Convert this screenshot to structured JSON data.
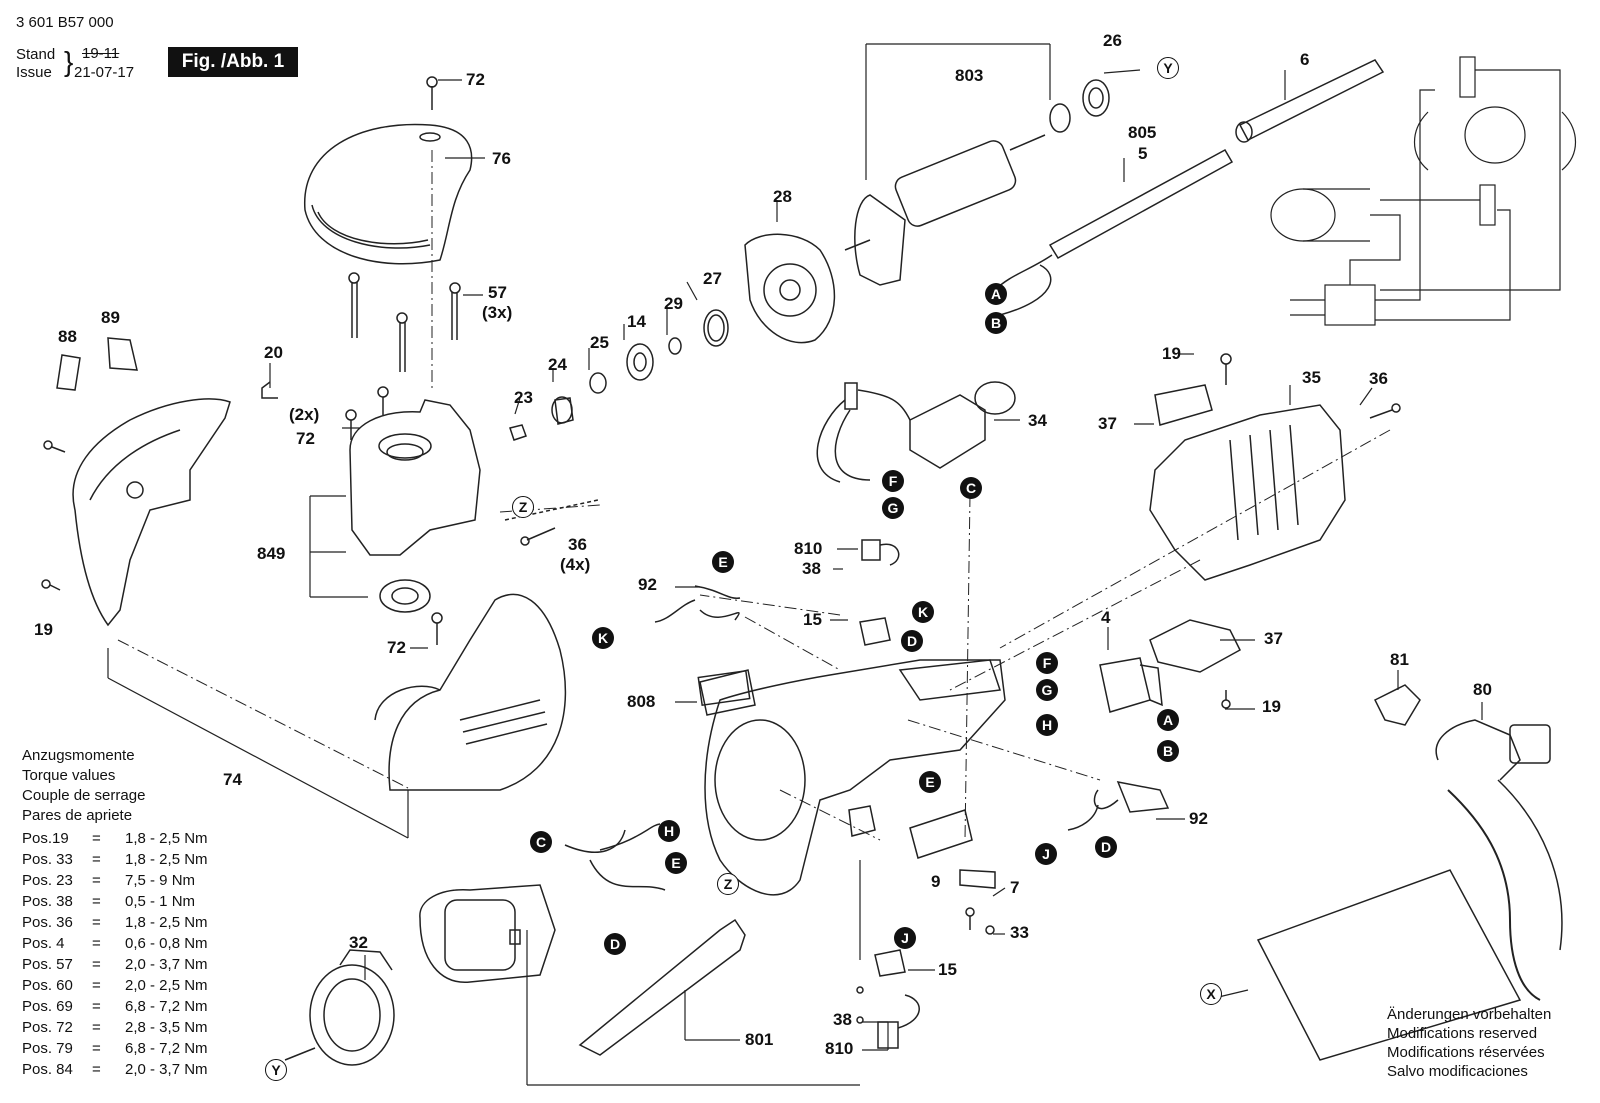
{
  "header": {
    "part_number": "3 601 B57 000",
    "stand_label": "Stand",
    "issue_label": "Issue",
    "old_date": "19-11",
    "date": "21-07-17",
    "figure": "Fig. /Abb. 1"
  },
  "callouts": {
    "n72a": "72",
    "n76": "76",
    "n57": "57",
    "n3x": "(3x)",
    "n88": "88",
    "n89": "89",
    "n20": "20",
    "n2x": "(2x)",
    "n72b": "72",
    "n849": "849",
    "n19a": "19",
    "n36a": "36",
    "n4x": "(4x)",
    "n72c": "72",
    "n74": "74",
    "n23": "23",
    "n24": "24",
    "n25": "25",
    "n14": "14",
    "n29": "29",
    "n27": "27",
    "n28": "28",
    "n803": "803",
    "n26": "26",
    "n805": "805",
    "n5": "5",
    "n6": "6",
    "n34": "34",
    "n19b": "19",
    "n37a": "37",
    "n35": "35",
    "n36b": "36",
    "n810a": "810",
    "n38a": "38",
    "n92a": "92",
    "n15a": "15",
    "n808": "808",
    "n4": "4",
    "n37b": "37",
    "n19c": "19",
    "n81": "81",
    "n80": "80",
    "n92b": "92",
    "n9": "9",
    "n7": "7",
    "n33": "33",
    "n32": "32",
    "n801": "801",
    "n15b": "15",
    "n38b": "38",
    "n810b": "810"
  },
  "markers": {
    "A1": "A",
    "B1": "B",
    "C1": "C",
    "F1": "F",
    "G1": "G",
    "E1": "E",
    "K1": "K",
    "K2": "K",
    "D1": "D",
    "F2": "F",
    "G2": "G",
    "H1": "H",
    "A2": "A",
    "B2": "B",
    "E2": "E",
    "H2": "H",
    "C2": "C",
    "E3": "E",
    "D2": "D",
    "J1": "J",
    "D3": "D",
    "J2": "J"
  },
  "refs": {
    "Y1": "Y",
    "Y2": "Y",
    "Z1": "Z",
    "Z2": "Z",
    "X1": "X"
  },
  "torque": {
    "titles": [
      "Anzugsmomente",
      "Torque values",
      "Couple de serrage",
      "Pares de apriete"
    ],
    "rows": [
      {
        "pos": "Pos.19",
        "eq": "=",
        "val": "1,8 - 2,5 Nm"
      },
      {
        "pos": "Pos. 33",
        "eq": "=",
        "val": "1,8 - 2,5 Nm"
      },
      {
        "pos": "Pos. 23",
        "eq": "=",
        "val": "7,5 - 9 Nm"
      },
      {
        "pos": "Pos. 38",
        "eq": "=",
        "val": "0,5 - 1 Nm"
      },
      {
        "pos": "Pos. 36",
        "eq": "=",
        "val": "1,8 - 2,5 Nm"
      },
      {
        "pos": "Pos. 4",
        "eq": "=",
        "val": "0,6 - 0,8 Nm"
      },
      {
        "pos": "Pos. 57",
        "eq": "=",
        "val": "2,0 - 3,7 Nm"
      },
      {
        "pos": "Pos. 60",
        "eq": "=",
        "val": "2,0 - 2,5 Nm"
      },
      {
        "pos": "Pos. 69",
        "eq": "=",
        "val": "6,8 - 7,2 Nm"
      },
      {
        "pos": "Pos. 72",
        "eq": "=",
        "val": "2,8 - 3,5 Nm"
      },
      {
        "pos": "Pos. 79",
        "eq": "=",
        "val": "6,8 - 7,2 Nm"
      },
      {
        "pos": "Pos. 84",
        "eq": "=",
        "val": "2,0 - 3,7 Nm"
      }
    ]
  },
  "modifications": [
    "Änderungen vorbehalten",
    "Modifications reserved",
    "Modifications réservées",
    "Salvo modificaciones"
  ]
}
